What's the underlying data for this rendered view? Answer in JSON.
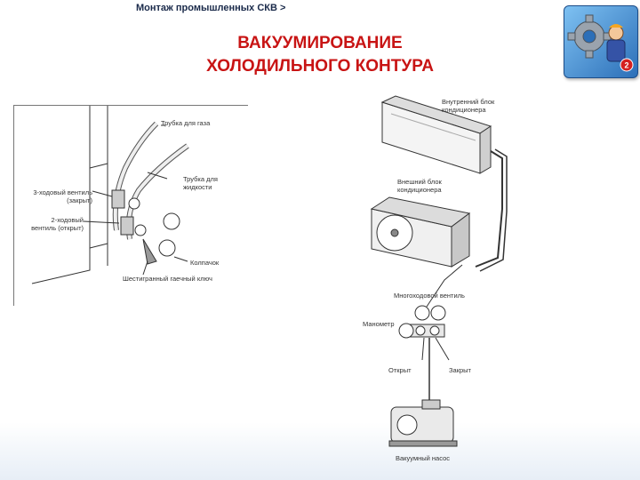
{
  "header": {
    "breadcrumb": "Монтаж промышленных СКВ >",
    "title_line1": "ВАКУУМИРОВАНИЕ",
    "title_line2": "ХОЛОДИЛЬНОГО КОНТУРА"
  },
  "badge": {
    "number": "2"
  },
  "left_diagram": {
    "pipe_label": "Трубка для газа",
    "liquid_pipe": "Трубка для жидкости",
    "valve3_closed": "3-ходовый вентиль (закрыт)",
    "valve2_open": "2-ходовый вентиль (открыт)",
    "cap": "Колпачок",
    "hex_key": "Шестигранный гаечный ключ"
  },
  "right_diagram": {
    "indoor_unit": "Внутренний блок кондиционера",
    "outdoor_unit": "Внешний блок кондиционера",
    "manifold": "Многоходовой вентиль",
    "gauge": "Манометр",
    "open": "Открыт",
    "closed": "Закрыт",
    "vacuum_pump": "Вакуумный насос"
  }
}
